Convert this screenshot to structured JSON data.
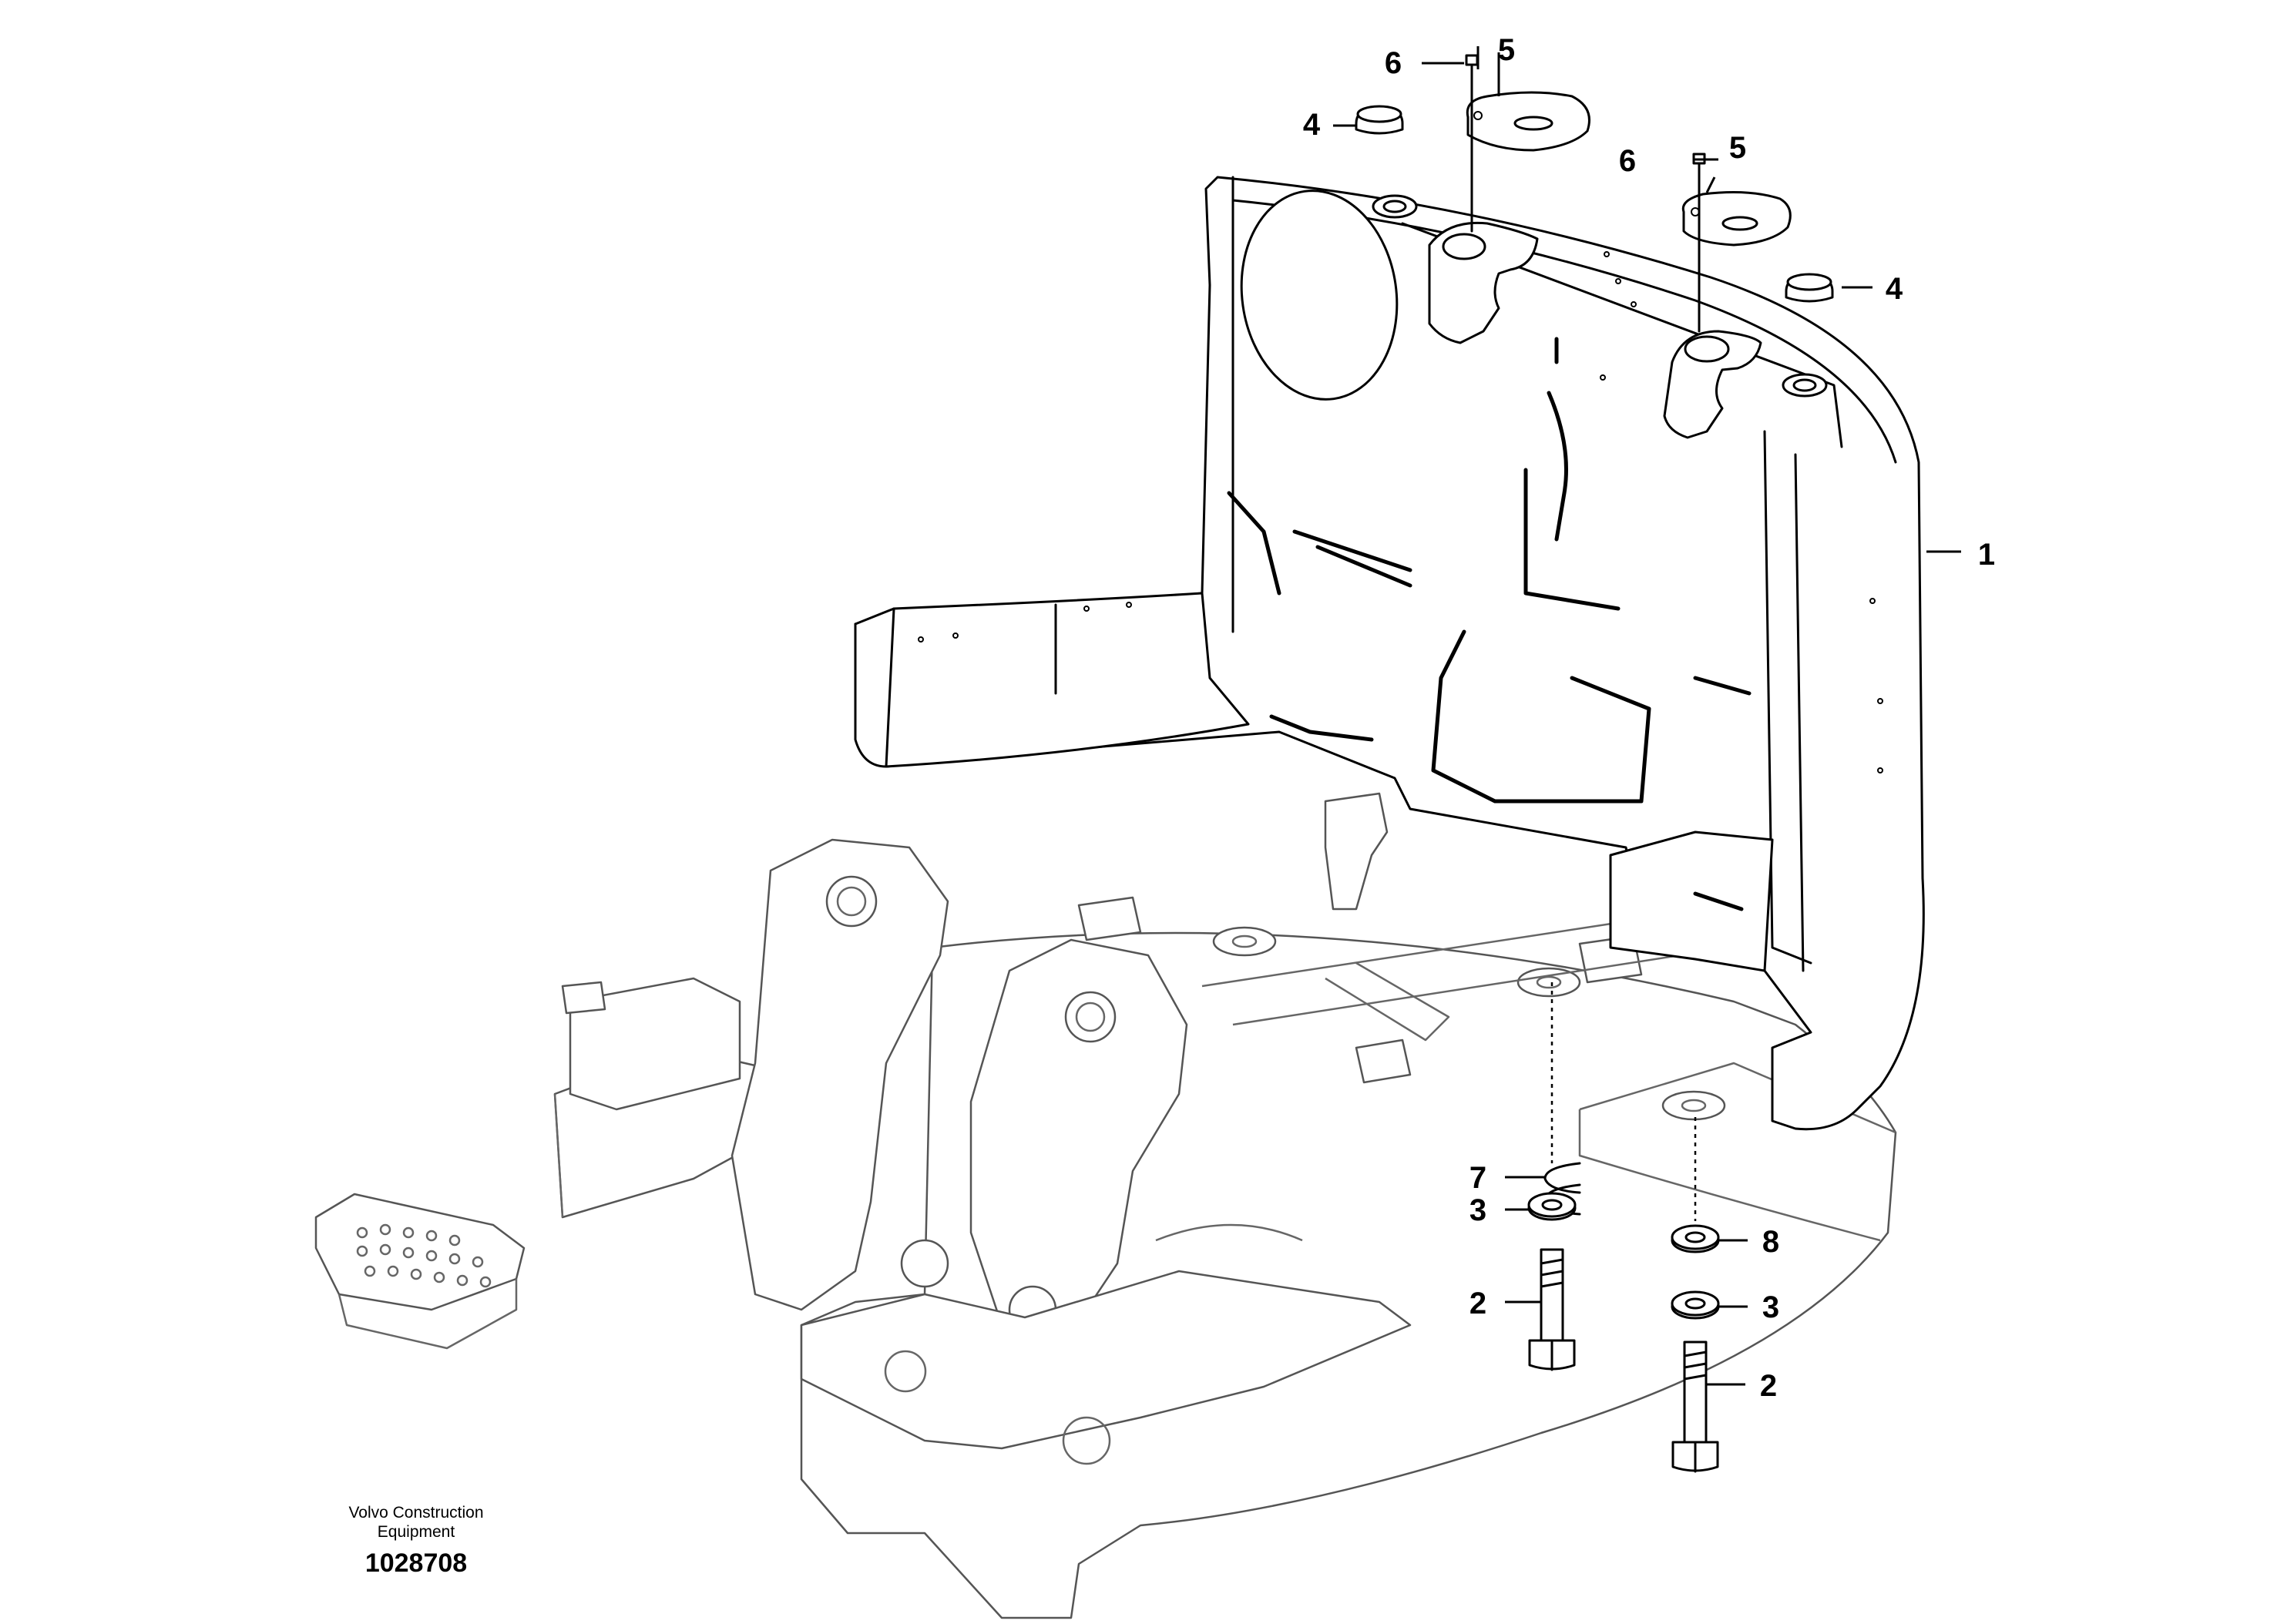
{
  "diagram": {
    "callouts": {
      "c1": "1",
      "c2a": "2",
      "c2b": "2",
      "c3a": "3",
      "c3b": "3",
      "c4a": "4",
      "c4b": "4",
      "c5a": "5",
      "c5b": "5",
      "c6a": "6",
      "c6b": "6",
      "c7": "7",
      "c8": "8"
    },
    "credit_line1": "Volvo Construction",
    "credit_line2": "Equipment",
    "part_number": "1028708"
  }
}
